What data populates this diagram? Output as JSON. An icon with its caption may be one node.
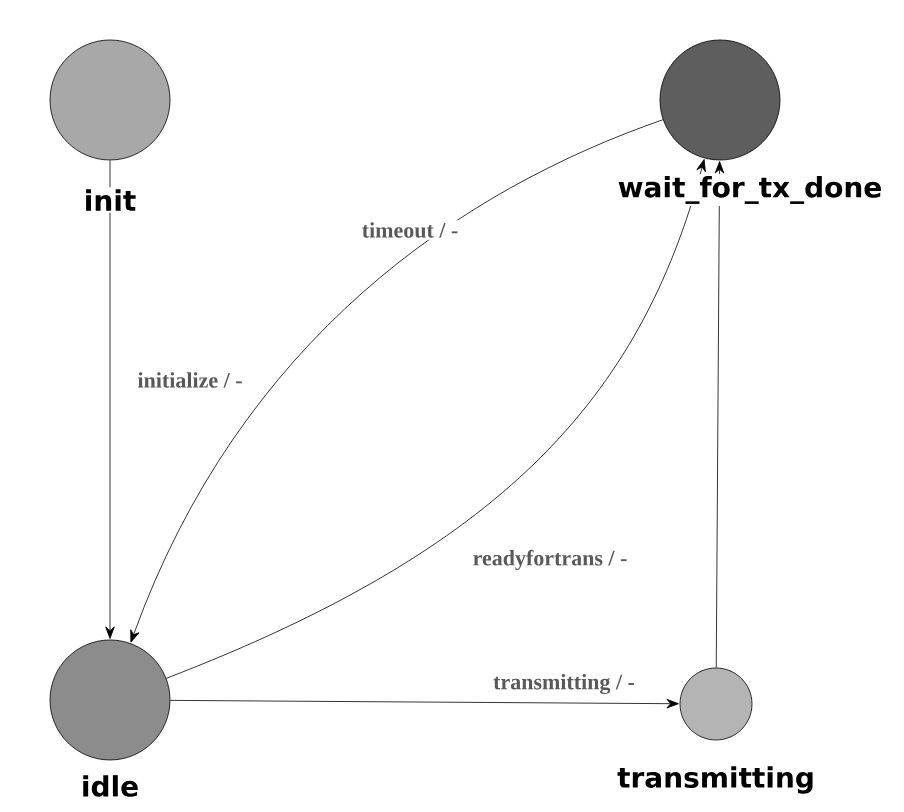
{
  "diagram": {
    "nodes": [
      {
        "text": [
          "init"
        ]
      },
      {
        "text": [
          "wait_for_tx_done"
        ]
      },
      {
        "text": [
          "idle"
        ]
      },
      {
        "text": [
          "transmitting"
        ]
      }
    ],
    "edges": [
      {
        "from": 0,
        "to": 2,
        "arrow": "to",
        "label": "initialize / -"
      },
      {
        "from": 1,
        "to": 2,
        "arrow": "to",
        "label": "timeout / -"
      },
      {
        "from": 2,
        "to": 1,
        "arrow": "to",
        "label": "readyfortrans / -"
      },
      {
        "from": 2,
        "to": 3,
        "arrow": "to",
        "label": "transmitting / -"
      },
      {
        "from": 3,
        "to": 1,
        "arrow": "to"
      }
    ]
  }
}
